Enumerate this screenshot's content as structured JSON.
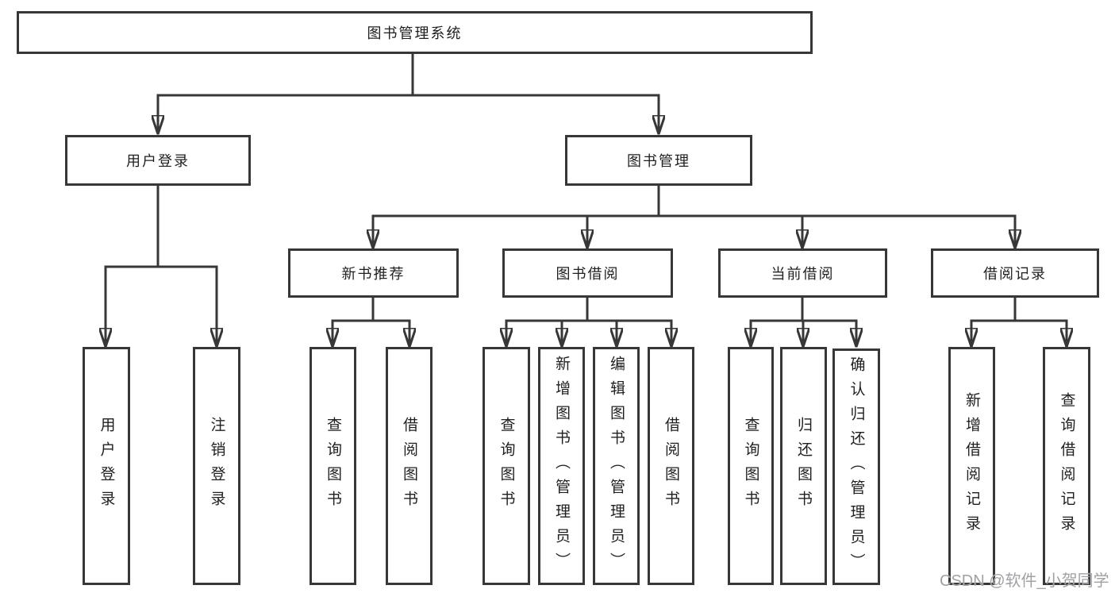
{
  "diagram": {
    "root": {
      "label": "图书管理系统"
    },
    "level2": [
      {
        "label": "用户登录"
      },
      {
        "label": "图书管理"
      }
    ],
    "level3": [
      {
        "label": "新书推荐"
      },
      {
        "label": "图书借阅"
      },
      {
        "label": "当前借阅"
      },
      {
        "label": "借阅记录"
      }
    ],
    "leaves": [
      {
        "label": "用户登录"
      },
      {
        "label": "注销登录"
      },
      {
        "label": "查询图书"
      },
      {
        "label": "借阅图书"
      },
      {
        "label": "查询图书"
      },
      {
        "label": "新增图书（管理员）"
      },
      {
        "label": "编辑图书（管理员）"
      },
      {
        "label": "借阅图书"
      },
      {
        "label": "查询图书"
      },
      {
        "label": "归还图书"
      },
      {
        "label": "确认归还（管理员）"
      },
      {
        "label": "新增借阅记录"
      },
      {
        "label": "查询借阅记录"
      }
    ],
    "colors": {
      "line": "#373737",
      "text": "#1f1f1f",
      "background": "#ffffff"
    }
  },
  "watermark": {
    "text": "CSDN @软件_小贺同学"
  }
}
